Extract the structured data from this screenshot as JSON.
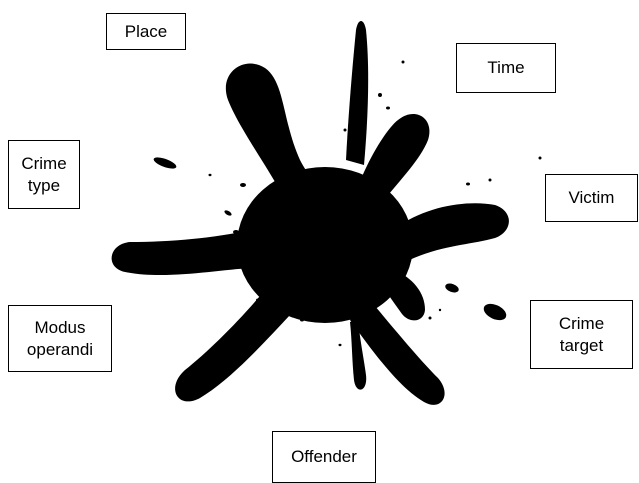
{
  "colors": {
    "ink": "#000000",
    "background": "#ffffff"
  },
  "labels": {
    "place": "Place",
    "time": "Time",
    "crime_type": "Crime\ntype",
    "victim": "Victim",
    "modus_operandi": "Modus\noperandi",
    "crime_target": "Crime\ntarget",
    "offender": "Offender"
  }
}
